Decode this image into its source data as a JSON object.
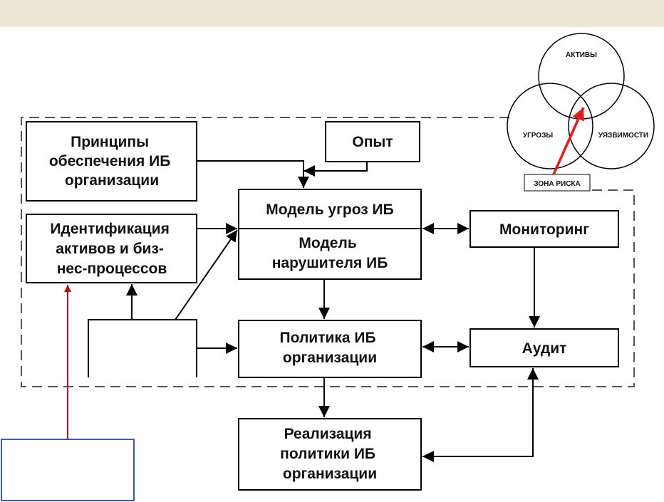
{
  "venn": {
    "assets": "АКТИВЫ",
    "threats": "УГРОЗЫ",
    "vulnerabilities": "УЯЗВИМОСТИ",
    "risk_zone": "ЗОНА РИСКА"
  },
  "boxes": {
    "principles": [
      "Принципы",
      "обеспечения ИБ",
      "организации"
    ],
    "experience": [
      "Опыт"
    ],
    "identification": [
      "Идентификация",
      "активов и биз-",
      "нес-процессов"
    ],
    "threat_model": [
      "Модель угроз ИБ"
    ],
    "intruder_model": [
      "Модель",
      "нарушителя ИБ"
    ],
    "monitoring": [
      "Мониторинг"
    ],
    "policy": [
      "Политика ИБ",
      "организации"
    ],
    "audit": [
      "Аудит"
    ],
    "implementation": [
      "Реализация",
      "политики ИБ",
      "организации"
    ]
  },
  "colors": {
    "header": "#efe6d3",
    "stroke": "#000000",
    "risk_arrow": "#e01b1b",
    "feedback_arrow": "#b01010",
    "blank_box": "#3a5fa8"
  }
}
